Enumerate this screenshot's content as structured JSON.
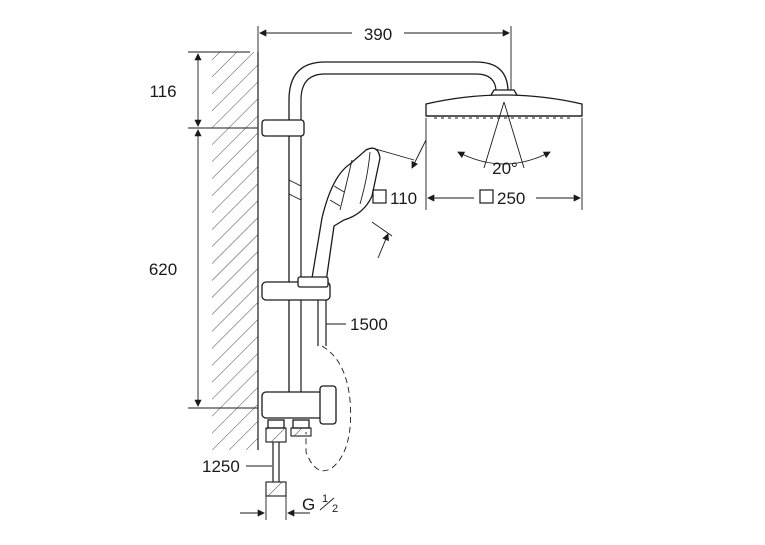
{
  "dimensions": {
    "arm_reach": "390",
    "top_height": "116",
    "bar_length": "620",
    "hose_length": "1500",
    "bottom_hose": "1250",
    "head_angle": "20°",
    "hand_shower_size": "110",
    "head_shower_size": "250",
    "connection_thread": "G",
    "thread_num": "1",
    "thread_den": "2"
  }
}
